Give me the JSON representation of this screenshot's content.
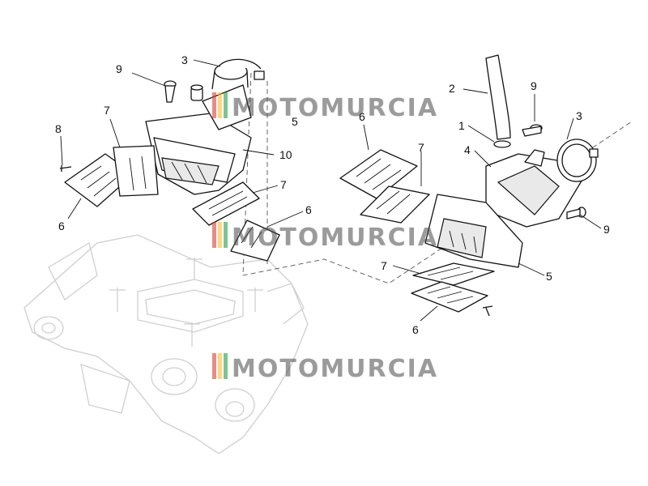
{
  "watermark": {
    "text": "MOTOMURCIA",
    "stripe_colors": [
      "#e23b2e",
      "#f2c230",
      "#2f9a4a"
    ]
  },
  "callouts": [
    {
      "id": "c1",
      "text": "1"
    },
    {
      "id": "c2",
      "text": "2"
    },
    {
      "id": "c3a",
      "text": "3"
    },
    {
      "id": "c3b",
      "text": "3"
    },
    {
      "id": "c4",
      "text": "4"
    },
    {
      "id": "c5a",
      "text": "5"
    },
    {
      "id": "c5b",
      "text": "5"
    },
    {
      "id": "c6a",
      "text": "6"
    },
    {
      "id": "c6b",
      "text": "6"
    },
    {
      "id": "c6c",
      "text": "6"
    },
    {
      "id": "c7a",
      "text": "7"
    },
    {
      "id": "c7b",
      "text": "7"
    },
    {
      "id": "c7c",
      "text": "7"
    },
    {
      "id": "c7d",
      "text": "7"
    },
    {
      "id": "c8",
      "text": "8"
    },
    {
      "id": "c9a",
      "text": "9"
    },
    {
      "id": "c9b",
      "text": "9"
    },
    {
      "id": "c9c",
      "text": "9"
    },
    {
      "id": "c10",
      "text": "10"
    }
  ]
}
